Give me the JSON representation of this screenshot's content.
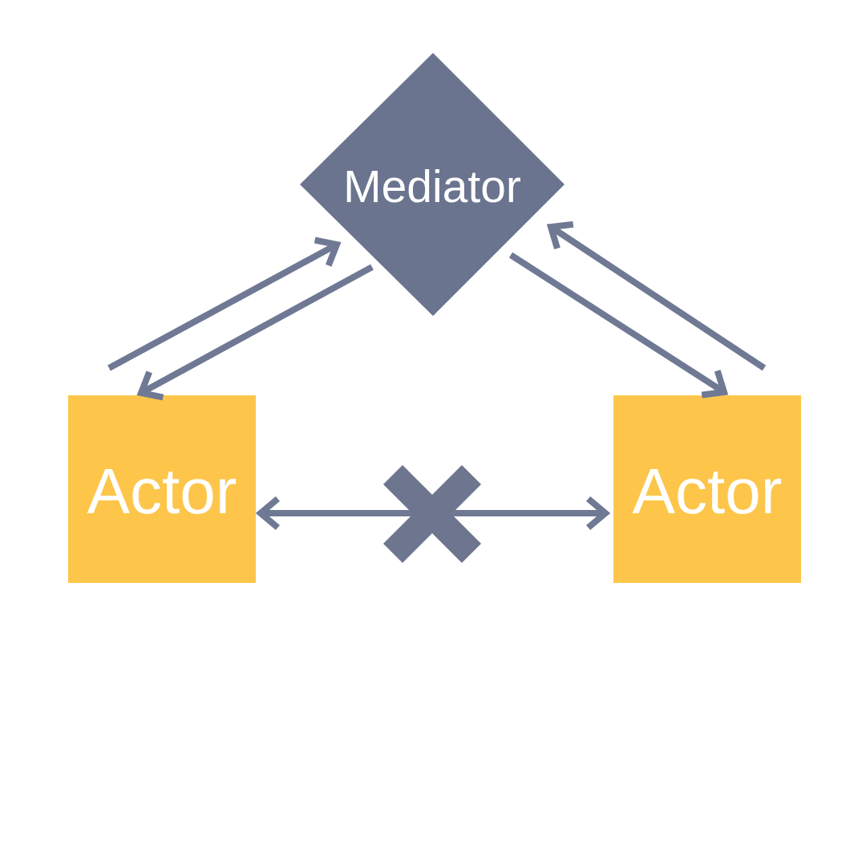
{
  "title": "Mediator pattern diagram",
  "colors": {
    "background": "#ffffff",
    "node": "#6B748F",
    "arrow": "#6F7994",
    "cross": "#6D768E",
    "actor": "#FDC64A",
    "label": "#ffffff"
  },
  "nodes": {
    "mediator": {
      "label": "Mediator",
      "shape": "diamond"
    },
    "actor_left": {
      "label": "Actor",
      "shape": "square"
    },
    "actor_right": {
      "label": "Actor",
      "shape": "square"
    }
  },
  "relations": [
    {
      "from": "actor_left",
      "to": "mediator",
      "type": "bidirectional-arrow-pair"
    },
    {
      "from": "actor_right",
      "to": "mediator",
      "type": "bidirectional-arrow-pair"
    },
    {
      "from": "actor_left",
      "to": "actor_right",
      "type": "double-arrow-blocked-by-cross"
    }
  ]
}
